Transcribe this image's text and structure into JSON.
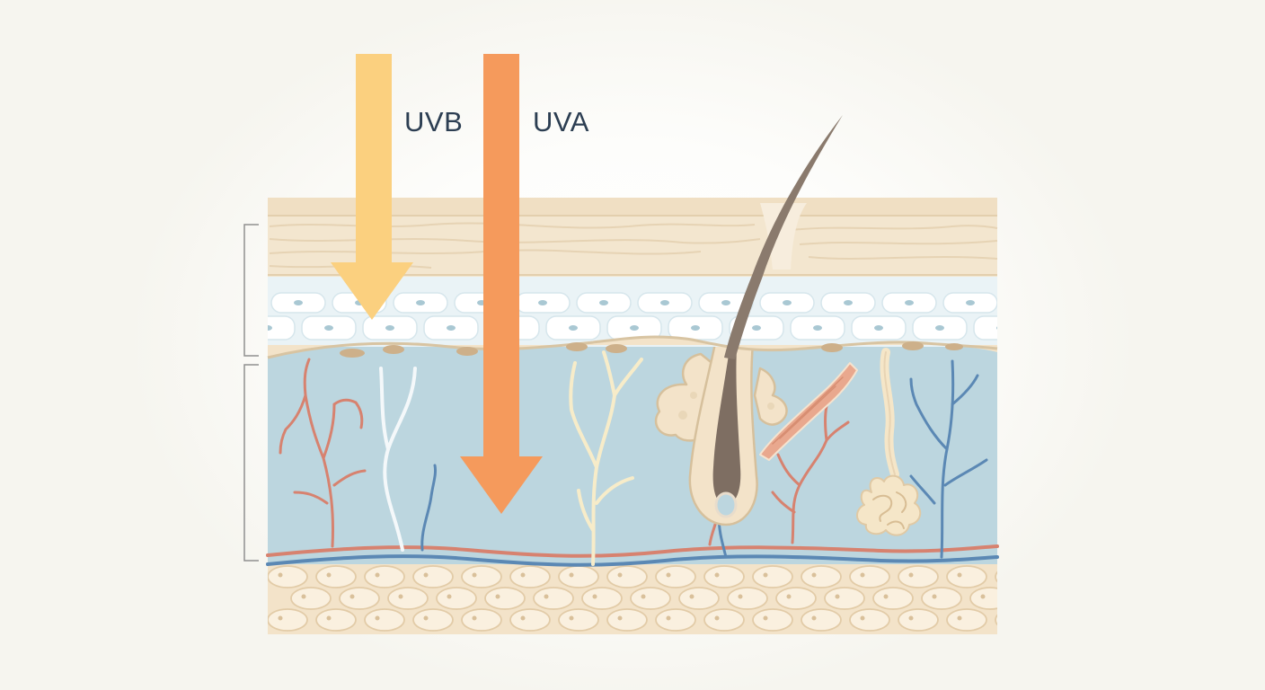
{
  "rays": [
    {
      "id": "uvb",
      "label": "UVB",
      "color": "#fbd07f"
    },
    {
      "id": "uva",
      "label": "UVA",
      "color": "#f59a5c"
    }
  ],
  "colors": {
    "epidermis": "#f3e6cf",
    "basal_cells": "#eaf3f6",
    "dermis": "#bcd6df",
    "hypodermis": "#f3e3c9",
    "artery": "#d7826f",
    "vein": "#5b88b4",
    "nerve": "#f7ecc9",
    "hair": "#8a7a6d"
  }
}
